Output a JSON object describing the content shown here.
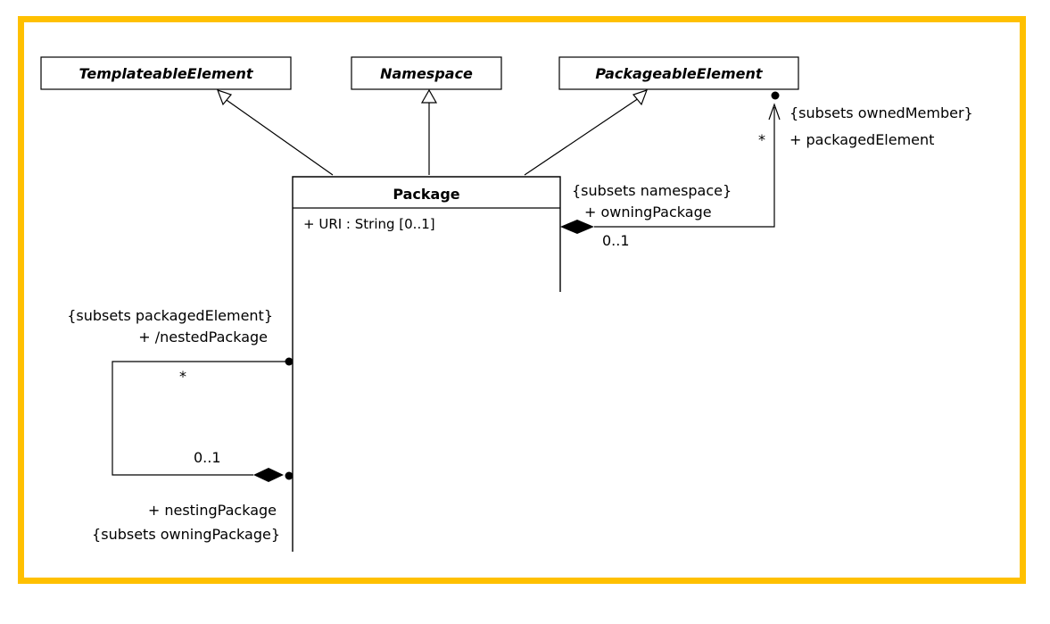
{
  "classes": {
    "templateable_element": "TemplateableElement",
    "namespace": "Namespace",
    "packageable_element": "PackageableElement",
    "package": "Package"
  },
  "package_attributes": [
    "+ URI : String [0..1]"
  ],
  "associations": {
    "owned_member": {
      "constraint": "{subsets ownedMember}",
      "role": "+ packagedElement",
      "multiplicity": "*"
    },
    "owning_package": {
      "constraint": "{subsets namespace}",
      "role": "+ owningPackage",
      "multiplicity": "0..1"
    },
    "nested_package": {
      "constraint": "{subsets packagedElement}",
      "role": "+ /nestedPackage",
      "multiplicity": "*"
    },
    "nesting_package": {
      "role": "+ nestingPackage",
      "constraint": "{subsets owningPackage}",
      "multiplicity": "0..1"
    }
  },
  "colors": {
    "frame_border": "#ffc000",
    "line": "#000000",
    "background": "#ffffff"
  }
}
